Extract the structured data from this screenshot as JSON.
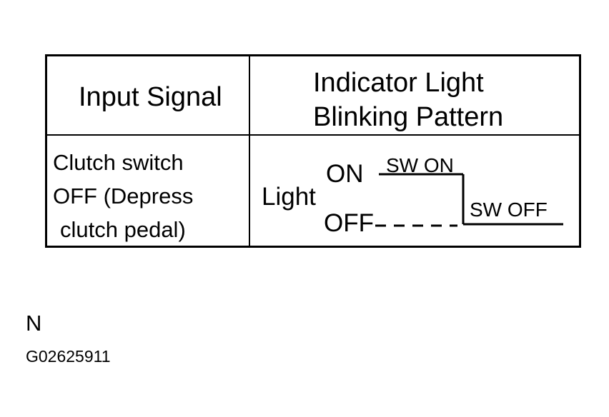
{
  "table": {
    "header": {
      "input_signal": "Input Signal",
      "indicator_line1": "Indicator Light",
      "indicator_line2": "Blinking Pattern"
    },
    "row": {
      "condition_lines": [
        "Clutch switch",
        "OFF (Depress",
        "clutch pedal)"
      ],
      "pattern": {
        "axis_label": "Light",
        "on_label": "ON",
        "off_label": "OFF",
        "sw_on_label": "SW ON",
        "sw_off_label": "SW OFF"
      }
    }
  },
  "figure": {
    "letter": "N",
    "code": "G02625911"
  }
}
